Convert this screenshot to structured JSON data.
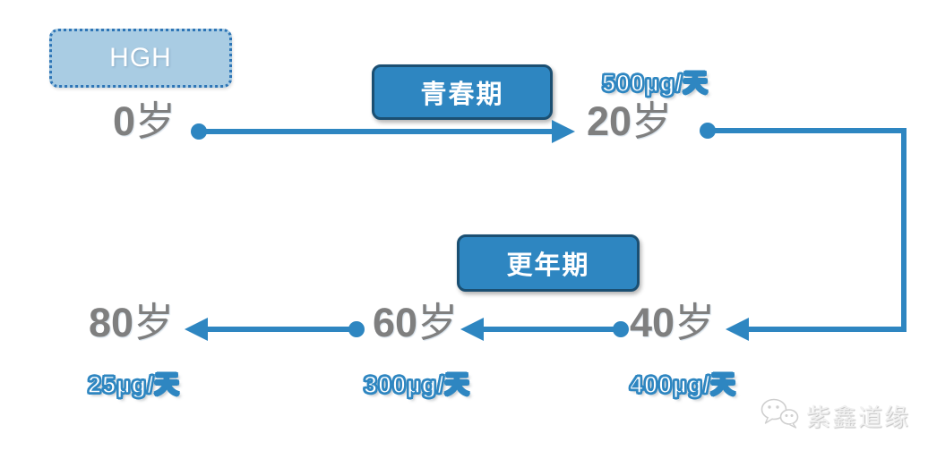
{
  "hgh": {
    "label": "HGH"
  },
  "phases": [
    {
      "id": "puberty",
      "label": "青春期"
    },
    {
      "id": "menopause",
      "label": "更年期"
    }
  ],
  "nodes": [
    {
      "num": "0",
      "unit": "岁"
    },
    {
      "num": "20",
      "unit": "岁",
      "dose": "500µg/天"
    },
    {
      "num": "40",
      "unit": "岁",
      "dose": "400µg/天"
    },
    {
      "num": "60",
      "unit": "岁",
      "dose": "300µg/天"
    },
    {
      "num": "80",
      "unit": "岁",
      "dose": "25µg/天"
    }
  ],
  "watermark": {
    "text": "紫鑫道缘"
  },
  "colors": {
    "accent": "#2E86C1",
    "accent_dark": "#1B4F72",
    "light_fill": "#A9CCE3",
    "dotted_border": "#2E75B6",
    "age_gray": "#7F7F7F",
    "watermark_gray": "#D9D9D9"
  }
}
